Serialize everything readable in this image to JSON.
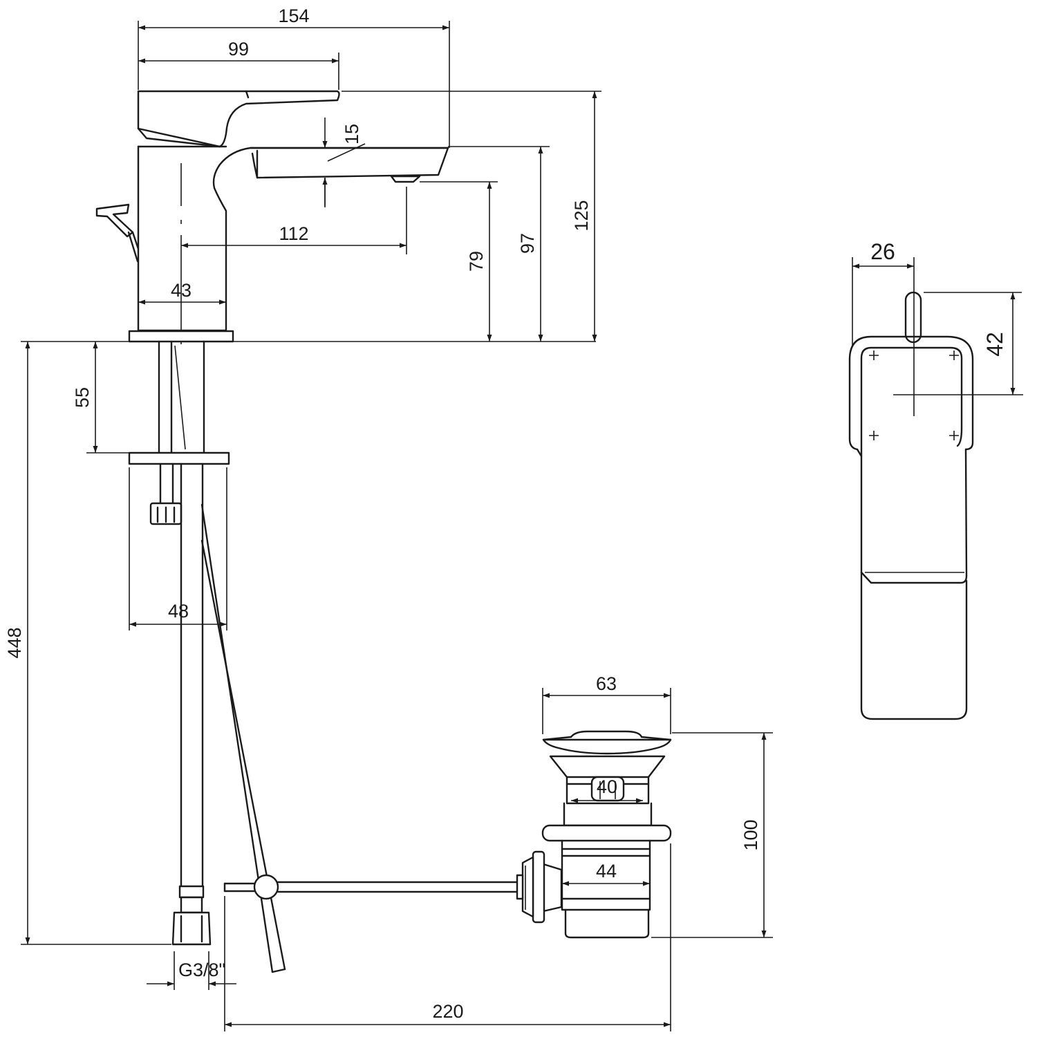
{
  "drawing": {
    "views": {
      "side": "faucet-side-view",
      "top": "faucet-top-view",
      "waste": "pop-up-waste"
    },
    "dimensions": {
      "overall_length": "154",
      "handle_length": "99",
      "aerator_offset": "15",
      "reach": "112",
      "base_diameter": "43",
      "spout_height": "79",
      "height_to_spout_top": "97",
      "overall_height": "125",
      "shank_to_plate": "55",
      "hose_length": "448",
      "hose_spacing": "48",
      "connection_thread": "G3/8\"",
      "waste_flange": "63",
      "waste_opening": "40",
      "waste_body": "44",
      "waste_height": "100",
      "rod_length": "220",
      "top_handle_offset": "26",
      "top_handle_length": "42"
    }
  }
}
